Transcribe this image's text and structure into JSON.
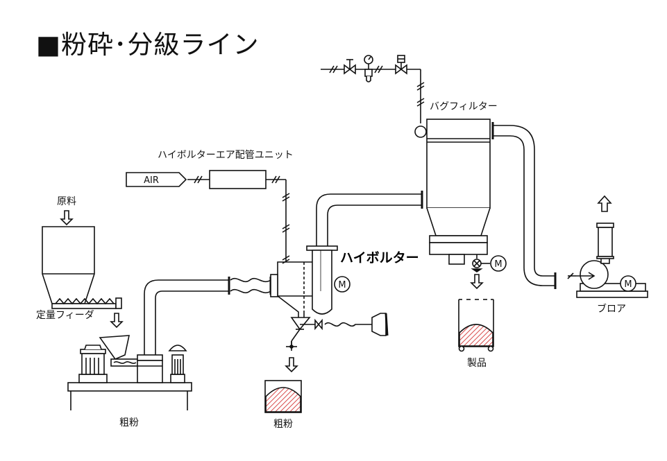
{
  "title": "■粉砕･分級ライン",
  "labels": {
    "raw_material": "原料",
    "feeder": "定量フィーダ",
    "coarse_powder_mill": "粗粉",
    "coarse_powder_classifier": "粗粉",
    "air_unit": "ハイボルターエア配管ユニット",
    "air": "AIR",
    "hybolter": "ハイボルター",
    "bag_filter": "バグフィルター",
    "product": "製品",
    "blower": "ブロア",
    "motor": "M"
  },
  "colors": {
    "line": "#111111",
    "hatch": "#d84a4a",
    "background": "#ffffff"
  }
}
